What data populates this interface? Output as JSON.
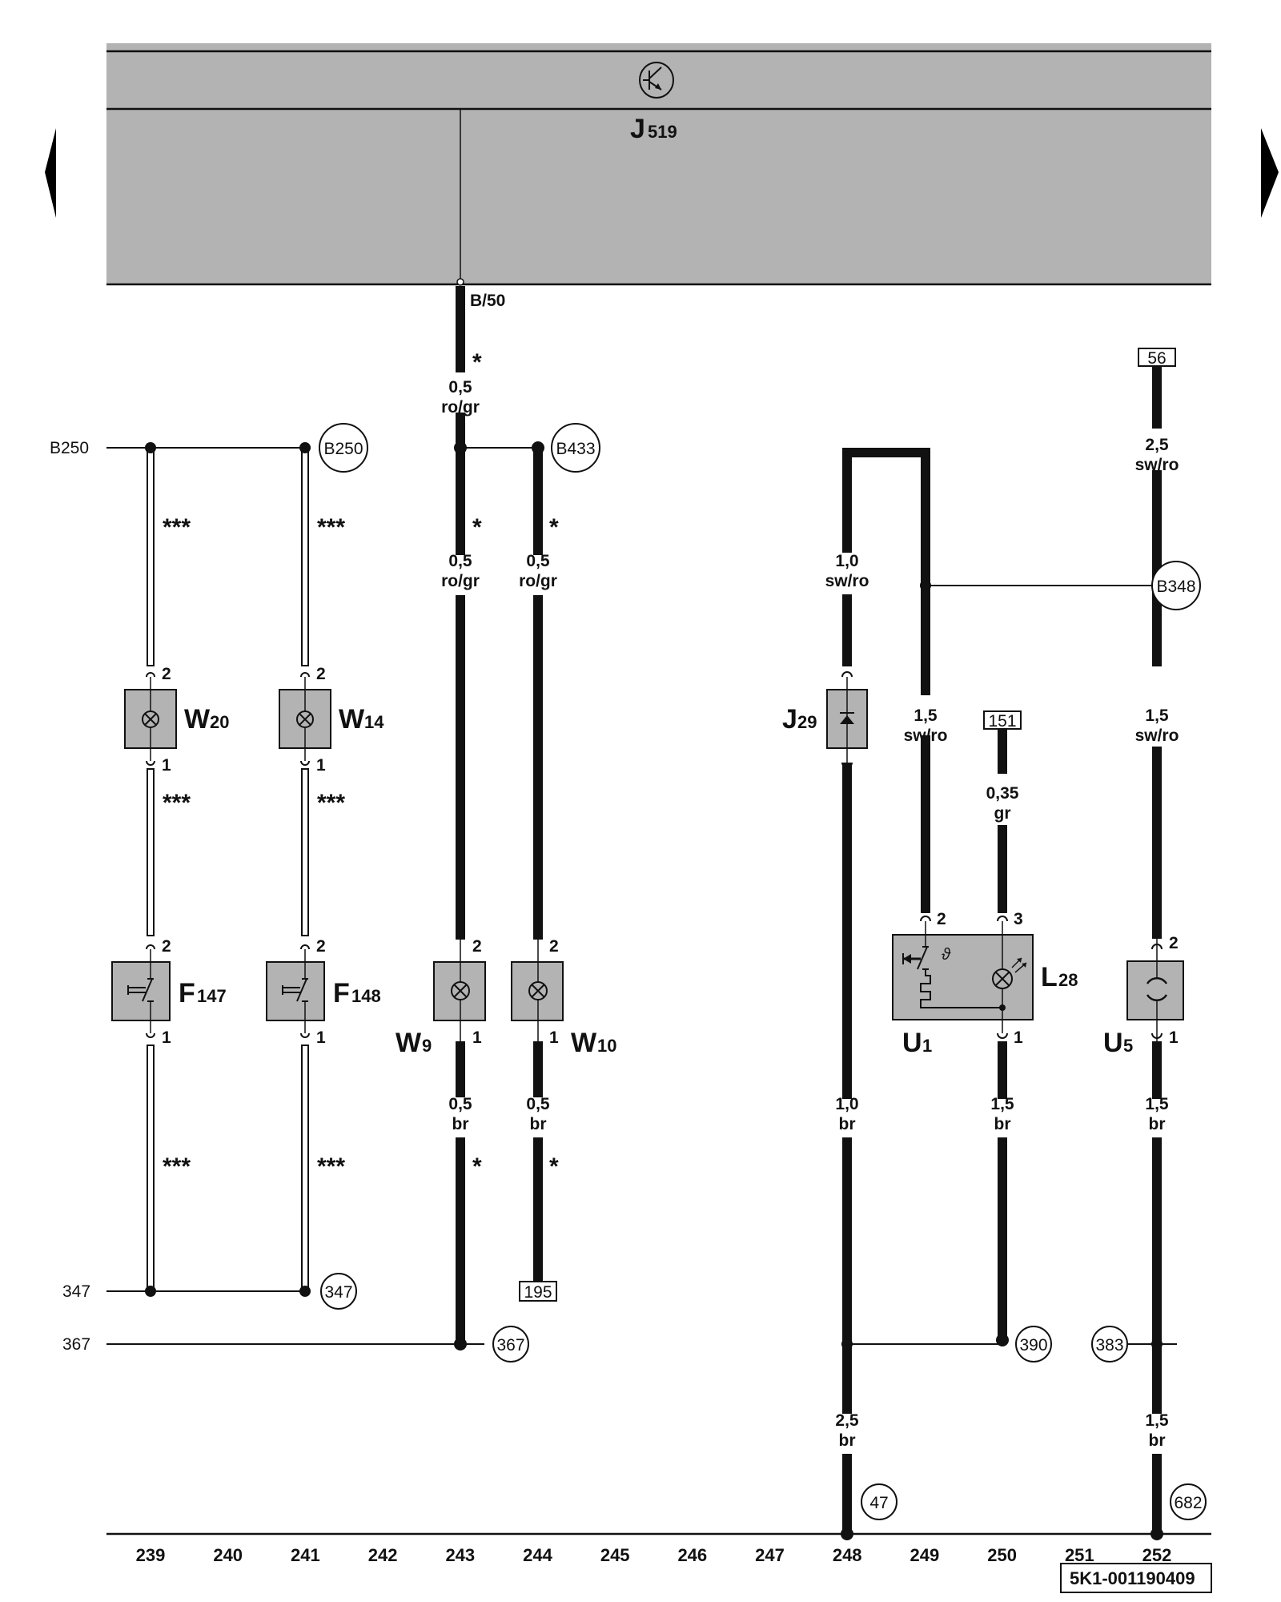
{
  "title": "Wiring diagram page (current flow diagram)",
  "navigation": {
    "prev_label": "previous page",
    "next_label": "next page"
  },
  "control_unit": {
    "letter": "J",
    "number": "519",
    "symbol": "electronic-control-unit-transistor-icon",
    "connector_label": "B/50"
  },
  "wires": [
    {
      "id": "w243-top",
      "size": "0,5",
      "color": "ro/gr",
      "mark": "*"
    },
    {
      "id": "w243-mid",
      "size": "0,5",
      "color": "ro/gr",
      "mark": "*"
    },
    {
      "id": "w244-mid",
      "size": "0,5",
      "color": "ro/gr",
      "mark": "*"
    },
    {
      "id": "w243-bot",
      "size": "0,5",
      "color": "br",
      "mark": "*"
    },
    {
      "id": "w244-bot",
      "size": "0,5",
      "color": "br",
      "mark": "*"
    },
    {
      "id": "w248-top",
      "size": "1,0",
      "color": "sw/ro"
    },
    {
      "id": "w249",
      "size": "1,5",
      "color": "sw/ro"
    },
    {
      "id": "w250-top",
      "size": "0,35",
      "color": "gr"
    },
    {
      "id": "w252-top",
      "size": "2,5",
      "color": "sw/ro"
    },
    {
      "id": "w252-mid",
      "size": "1,5",
      "color": "sw/ro"
    },
    {
      "id": "w248-mid",
      "size": "1,0",
      "color": "br"
    },
    {
      "id": "w250-bot",
      "size": "1,5",
      "color": "br"
    },
    {
      "id": "w252-bot",
      "size": "1,5",
      "color": "br"
    },
    {
      "id": "w248-bot",
      "size": "2,5",
      "color": "br"
    },
    {
      "id": "w252-low",
      "size": "1,5",
      "color": "br"
    }
  ],
  "stars": {
    "triple": "***",
    "single": "*"
  },
  "components": {
    "W20": {
      "letter": "W",
      "number": "20",
      "pin_top": "2",
      "pin_bottom": "1"
    },
    "W14": {
      "letter": "W",
      "number": "14",
      "pin_top": "2",
      "pin_bottom": "1"
    },
    "F147": {
      "letter": "F",
      "number": "147",
      "pin_top": "2",
      "pin_bottom": "1"
    },
    "F148": {
      "letter": "F",
      "number": "148",
      "pin_top": "2",
      "pin_bottom": "1"
    },
    "W9": {
      "letter": "W",
      "number": "9",
      "pin_top": "2",
      "pin_bottom": "1"
    },
    "W10": {
      "letter": "W",
      "number": "10",
      "pin_top": "2",
      "pin_bottom": "1"
    },
    "J29": {
      "letter": "J",
      "number": "29"
    },
    "U1": {
      "letter": "U",
      "number": "1",
      "pin_left": "2",
      "pin_right": "3",
      "pin_bottom": "1",
      "theta": "ϑ"
    },
    "L28": {
      "letter": "L",
      "number": "28"
    },
    "U5": {
      "letter": "U",
      "number": "5",
      "pin_top": "2",
      "pin_bottom": "1"
    }
  },
  "connections": {
    "left_b250": "B250",
    "circle_b250": "B250",
    "circle_b433": "B433",
    "circle_b348": "B348",
    "left_347": "347",
    "circle_347": "347",
    "left_367": "367",
    "circle_367": "367",
    "box_195": "195",
    "box_56": "56",
    "box_151": "151",
    "circle_390": "390",
    "circle_383": "383",
    "circle_47": "47",
    "circle_682": "682"
  },
  "columns": [
    "239",
    "240",
    "241",
    "242",
    "243",
    "244",
    "245",
    "246",
    "247",
    "248",
    "249",
    "250",
    "251",
    "252"
  ],
  "doc_id": "5K1-001190409"
}
